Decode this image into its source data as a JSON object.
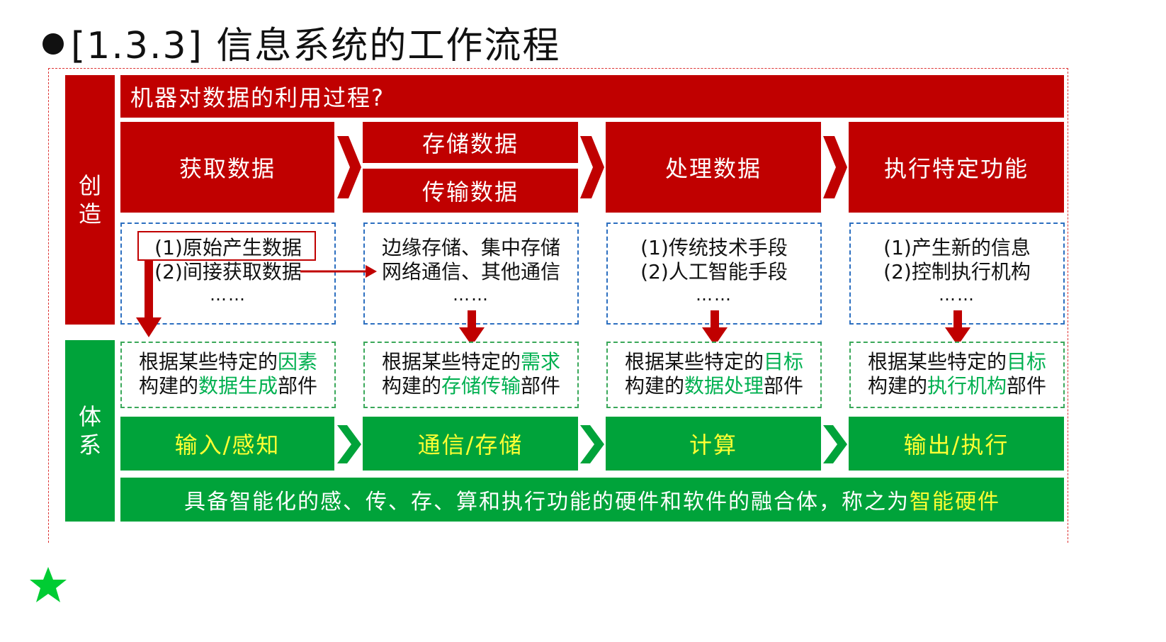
{
  "title": "[1.3.3] 信息系统的工作流程",
  "side_labels": {
    "create": "创\n造",
    "system": "体\n系"
  },
  "top_banner": "机器对数据的利用过程?",
  "stages": [
    {
      "label": "获取数据"
    },
    {
      "label_top": "存储数据",
      "label_bottom": "传输数据"
    },
    {
      "label": "处理数据"
    },
    {
      "label": "执行特定功能"
    }
  ],
  "details": [
    {
      "line1": "(1)原始产生数据",
      "line2": "(2)间接获取数据",
      "line3": "……"
    },
    {
      "line1": "边缘存储、集中存储",
      "line2": "网络通信、其他通信",
      "line3": "……"
    },
    {
      "line1": "(1)传统技术手段",
      "line2": "(2)人工智能手段",
      "line3": "……"
    },
    {
      "line1": "(1)产生新的信息",
      "line2": "(2)控制执行机构",
      "line3": "……"
    }
  ],
  "components": [
    {
      "prefix1": "根据某些特定的",
      "hl1": "因素",
      "prefix2": "构建的",
      "hl2": "数据生成",
      "suffix2": "部件"
    },
    {
      "prefix1": "根据某些特定的",
      "hl1": "需求",
      "prefix2": "构建的",
      "hl2": "存储传输",
      "suffix2": "部件"
    },
    {
      "prefix1": "根据某些特定的",
      "hl1": "目标",
      "prefix2": "构建的",
      "hl2": "数据处理",
      "suffix2": "部件"
    },
    {
      "prefix1": "根据某些特定的",
      "hl1": "目标",
      "prefix2": "构建的",
      "hl2": "执行机构",
      "suffix2": "部件"
    }
  ],
  "functions": [
    "输入/感知",
    "通信/存储",
    "计算",
    "输出/执行"
  ],
  "bottom_banner": {
    "text": "具备智能化的感、传、存、算和执行功能的硬件和软件的融合体，称之为",
    "highlight": "智能硬件"
  },
  "colors": {
    "red": "#c00000",
    "green": "#00a33a",
    "yellow": "#ffff33",
    "blue_dash": "#2c6fc0",
    "green_dash": "#3aa85a",
    "star": "#00cc33"
  },
  "icons": [
    "chevron-right-icon",
    "arrow-down-icon",
    "arrow-right-icon",
    "star-icon"
  ]
}
